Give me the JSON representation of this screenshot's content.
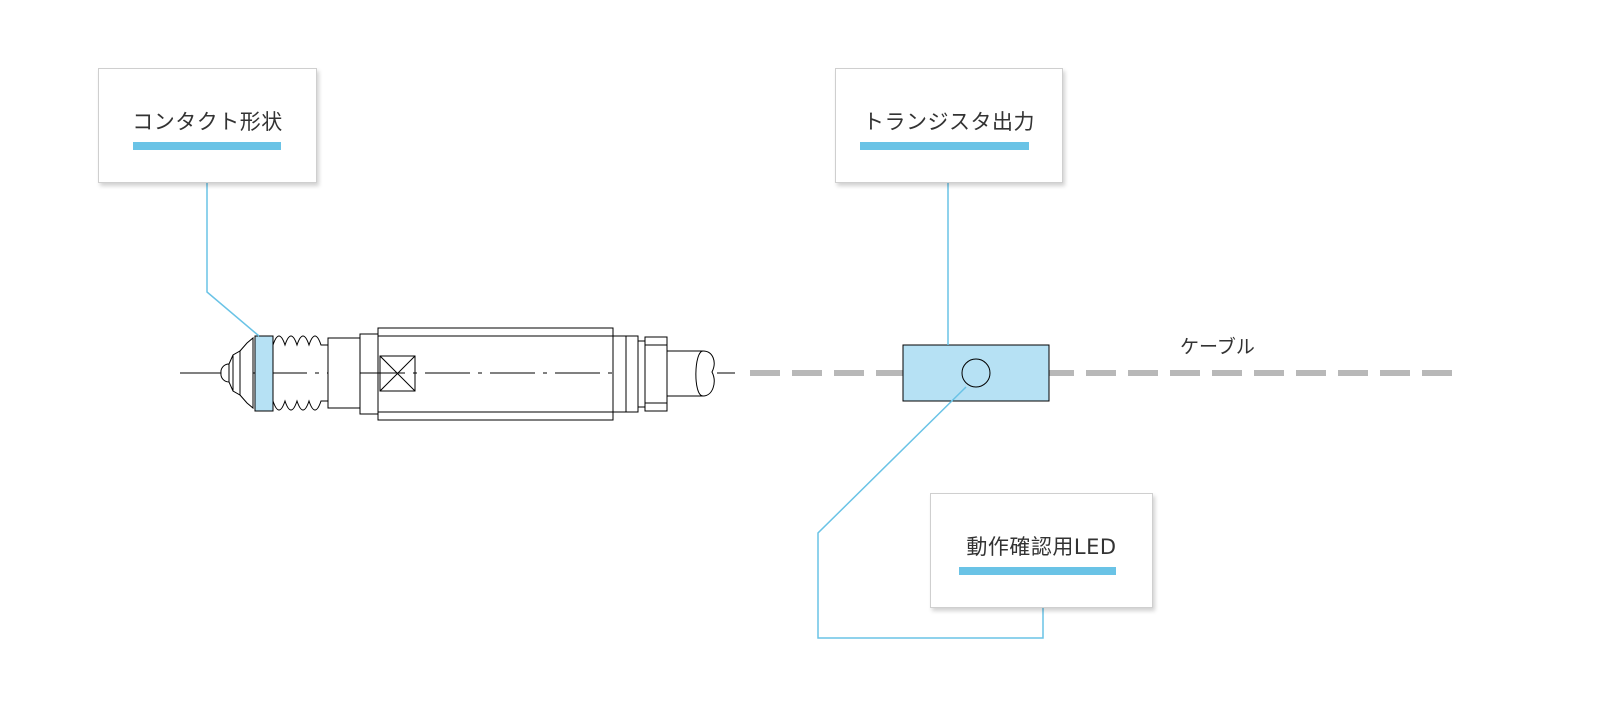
{
  "callouts": {
    "contact_shape": "コンタクト形状",
    "transistor_output": "トランジスタ出力",
    "led": "動作確認用LED"
  },
  "cable_label": "ケーブル",
  "colors": {
    "accent": "#6ac3e6",
    "highlight_fill": "#b6e1f4",
    "cable_dash": "#b8b8b8",
    "outline": "#000000",
    "text": "#333333"
  }
}
